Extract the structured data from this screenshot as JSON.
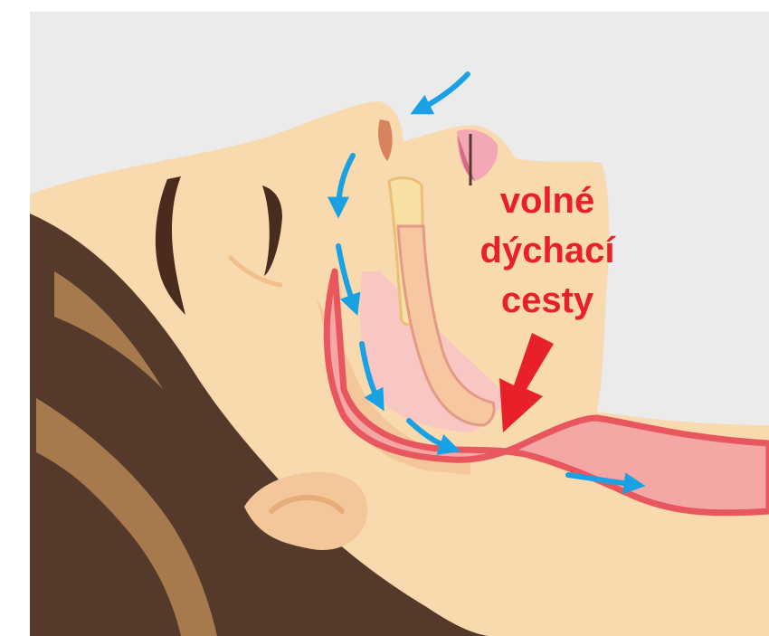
{
  "illustration": {
    "label_lines": [
      "volné",
      "dýchací",
      "cesty"
    ]
  },
  "colors": {
    "background": "#ebebeb",
    "skin": "#f9d9ae",
    "skin_shadow": "#f3c79a",
    "hair": "#553a2c",
    "hair_highlight": "#a77a4d",
    "airway_fill": "#f4a7a4",
    "airway_outline": "#e8565e",
    "bone": "#f6e0a3",
    "airflow_arrow": "#1aa1e4",
    "label_red": "#e8202a",
    "eyebrow": "#4a2c1e"
  },
  "icons": {
    "airflow": "arrow-icon",
    "obstruction": "big-red-arrow-icon"
  }
}
